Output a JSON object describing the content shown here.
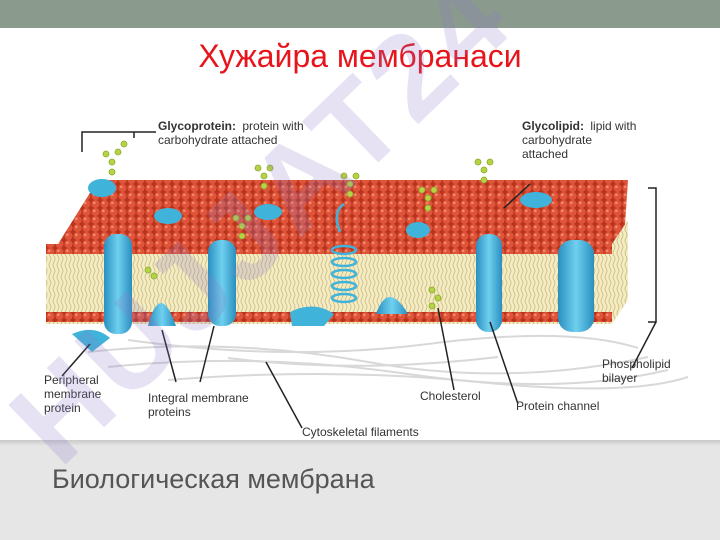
{
  "slide": {
    "title": "Хужайра мембранаси",
    "caption": "Биологическая мембрана"
  },
  "diagram": {
    "glycoprotein": {
      "term": "Glycoprotein:",
      "desc1": "protein with",
      "desc2": "carbohydrate attached"
    },
    "glycolipid": {
      "term": "Glycolipid:",
      "desc1": "lipid with",
      "desc2": "carbohydrate",
      "desc3": "attached"
    },
    "peripheral": {
      "l1": "Peripheral",
      "l2": "membrane",
      "l3": "protein"
    },
    "integral": {
      "l1": "Integral membrane",
      "l2": "proteins"
    },
    "cytoskeletal": "Cytoskeletal filaments",
    "cholesterol": "Cholesterol",
    "channel": "Protein channel",
    "phospholipid": {
      "l1": "Phospholipid",
      "l2": "bilayer"
    }
  },
  "watermark": {
    "text": "HUJJAT24"
  },
  "colors": {
    "title": "#e8141b",
    "head": "#d9472d",
    "protein": "#3fb3d9",
    "glyco": "#b5d443",
    "watermark": "#8f79c9"
  }
}
